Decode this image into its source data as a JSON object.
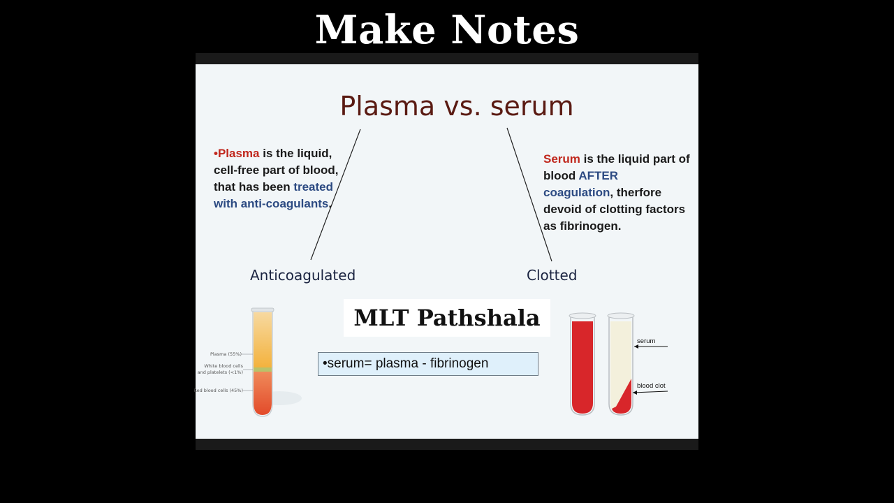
{
  "header": {
    "title": "Make Notes"
  },
  "slide": {
    "title": "Plasma vs. serum",
    "plasma": {
      "bullet": "•",
      "term": "Plasma",
      "text1": " is the liquid, cell-free part of blood, that has been ",
      "highlight": "treated with anti-coagulants",
      "end": "."
    },
    "serum": {
      "term": "Serum",
      "text1": " is the liquid part of blood ",
      "highlight": "AFTER coagulation",
      "text2": ", therfore devoid of clotting factors as fibrinogen."
    },
    "label_left": "Anticoagulated",
    "label_right": "Clotted",
    "brand": "MLT Pathshala",
    "formula": "•serum= plasma - fibrinogen",
    "left_tube_labels": {
      "plasma": "Plasma (55%)",
      "wbc_line1": "White blood cells",
      "wbc_line2": "and platelets (<1%)",
      "rbc": "Red blood cells (45%)"
    },
    "right_tube_labels": {
      "serum": "serum",
      "clot": "blood clot"
    }
  },
  "colors": {
    "title_color": "#5a1a12",
    "term_red": "#c0271d",
    "highlight_blue": "#2c4a82",
    "formula_bg": "#dff0fb",
    "blood_red": "#d8262a",
    "plasma_yellow": "#f3b13b"
  }
}
